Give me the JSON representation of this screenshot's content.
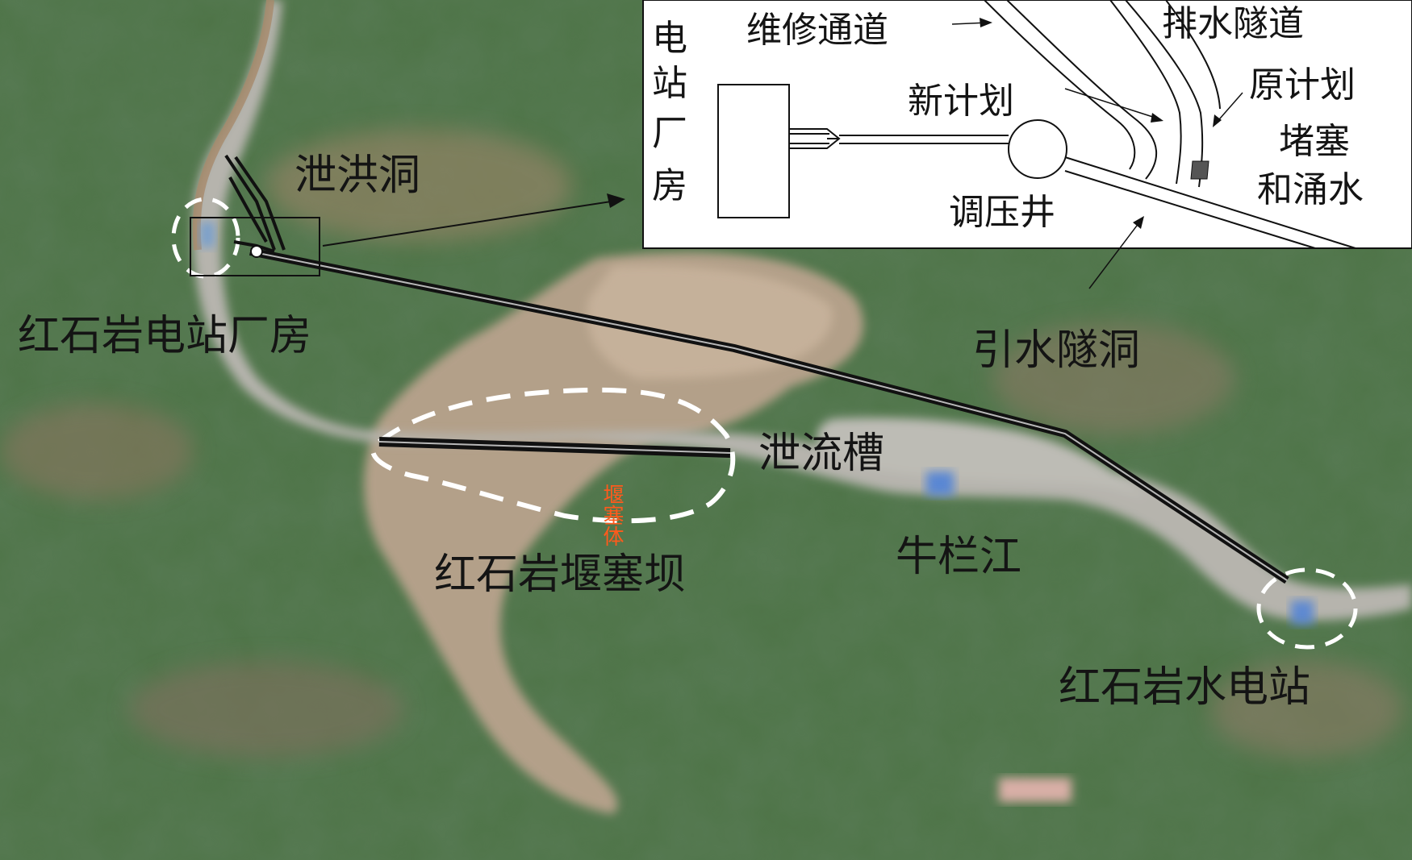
{
  "map": {
    "labels": {
      "flood_tunnel": "泄洪洞",
      "powerhouse": "红石岩电站厂房",
      "diversion_tunnel": "引水隧洞",
      "spillway": "泄流槽",
      "dam_body": "堰塞体",
      "barrier_dam": "红石岩堰塞坝",
      "river": "牛栏江",
      "hydropower_station": "红石岩水电站"
    }
  },
  "inset": {
    "vertical_label": [
      "电",
      "站",
      "厂",
      "房"
    ],
    "maintenance_channel": "维修通道",
    "drainage_tunnel": "排水隧道",
    "new_plan": "新计划",
    "original_plan": "原计划",
    "plug": "堵塞",
    "water_inrush": "和涌水",
    "surge_shaft": "调压井"
  },
  "colors": {
    "terrain": "#4e7447",
    "landslide_scar": "#b9a38d",
    "river_water": "#b6b4ad",
    "tunnel_line": "#111111",
    "dashed_outline": "#ffffff",
    "dam_label": "#ff5a1c",
    "inset_background": "#ffffff"
  }
}
